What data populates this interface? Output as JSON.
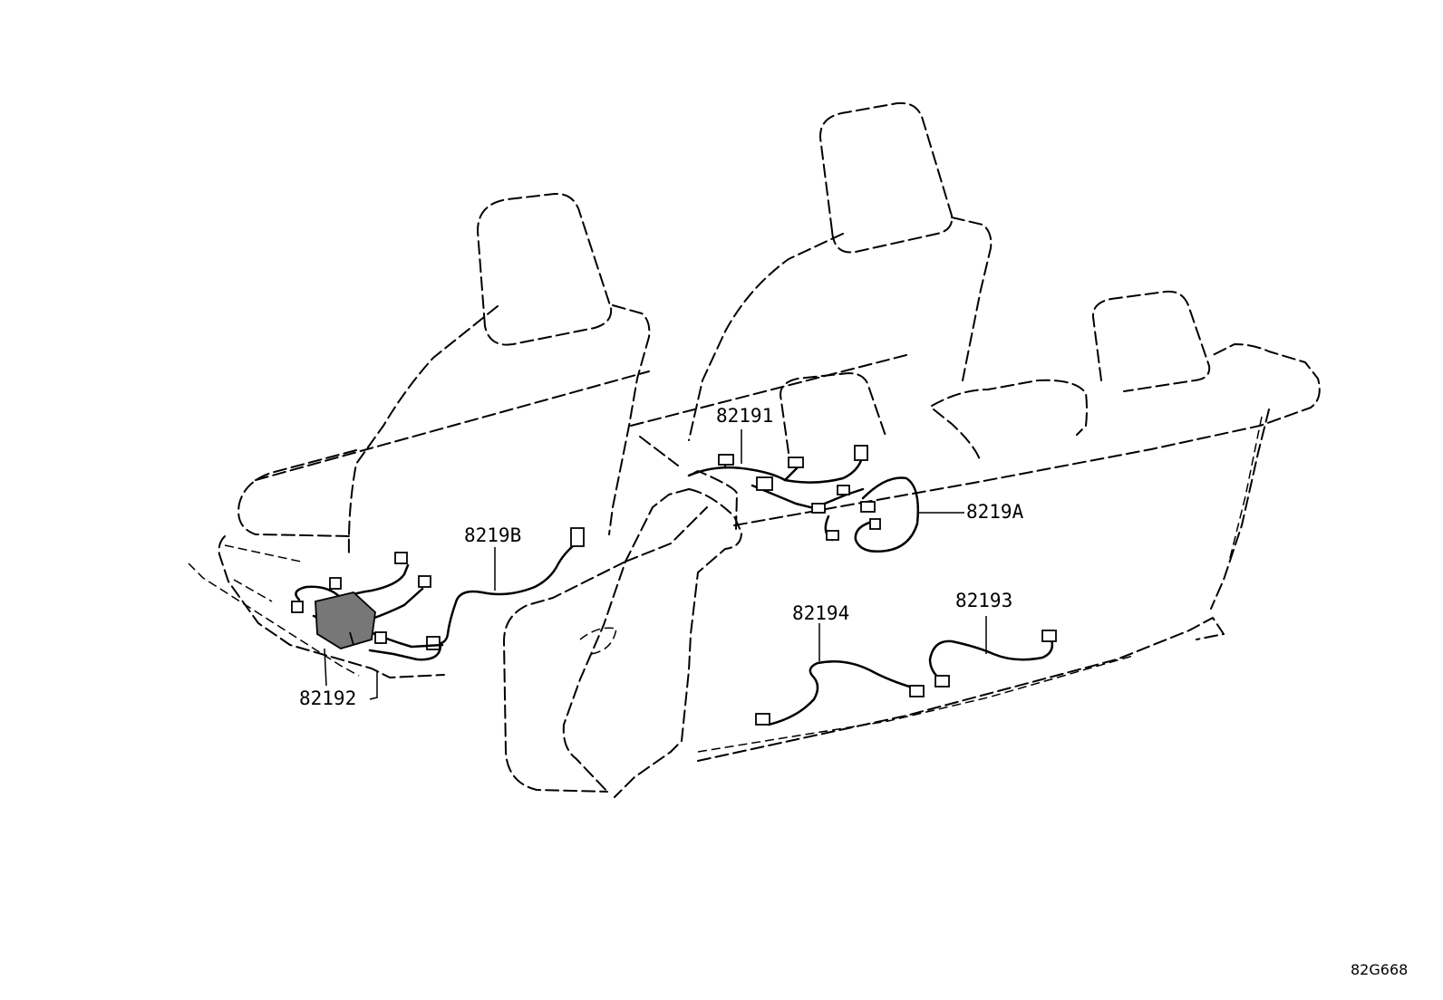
{
  "parts": [
    {
      "id": "p82191",
      "label": "82191"
    },
    {
      "id": "p8219A",
      "label": "8219A"
    },
    {
      "id": "p8219B",
      "label": "8219B"
    },
    {
      "id": "p82192",
      "label": "82192"
    },
    {
      "id": "p82193",
      "label": "82193"
    },
    {
      "id": "p82194",
      "label": "82194"
    }
  ],
  "diagram_code": "82G668"
}
